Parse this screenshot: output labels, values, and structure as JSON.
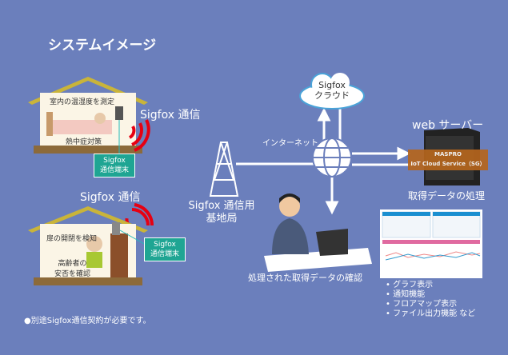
{
  "title": "システムイメージ",
  "house1": {
    "caption1": "室内の温湿度を測定",
    "caption2": "熱中症対策",
    "signal": "Sigfox 通信",
    "device": [
      "Sigfox",
      "通信端末"
    ]
  },
  "house2": {
    "caption1": "扉の開閉を検知",
    "caption2": [
      "高齢者の",
      "安否を確認"
    ],
    "signal": "Sigfox 通信",
    "device": [
      "Sigfox",
      "通信端末"
    ]
  },
  "note": "●別途Sigfox通信契約が必要です。",
  "base_station": [
    "Sigfox 通信用",
    "基地局"
  ],
  "cloud": [
    "Sigfox",
    "クラウド"
  ],
  "internet": "インターネット",
  "server": {
    "title": "web サーバー",
    "brand": [
      "MASPRO",
      "IoT Cloud Service（SG）"
    ],
    "caption": "取得データの処理"
  },
  "user_caption": "処理された取得データの確認",
  "features": [
    "グラフ表示",
    "通知機能",
    "フロアマップ表示",
    "ファイル出力機能 など"
  ],
  "colors": {
    "background": "#6b7fbc",
    "teal": "#1fa593",
    "signal": "#e60012",
    "server_label": "#b5651d"
  }
}
